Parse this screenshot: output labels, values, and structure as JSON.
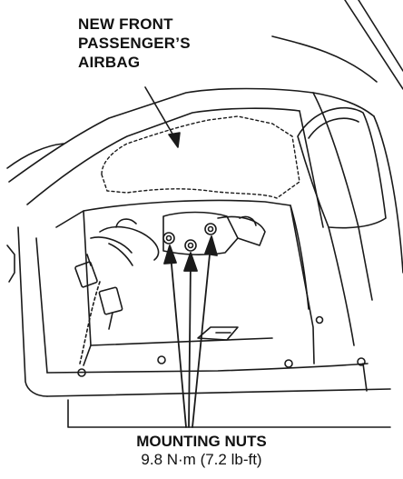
{
  "airbag_callout": {
    "lines": [
      "NEW FRONT",
      "PASSENGER’S",
      "AIRBAG"
    ]
  },
  "nuts_callout": {
    "title": "MOUNTING NUTS",
    "torque": "9.8 N·m (7.2 lb-ft)"
  }
}
